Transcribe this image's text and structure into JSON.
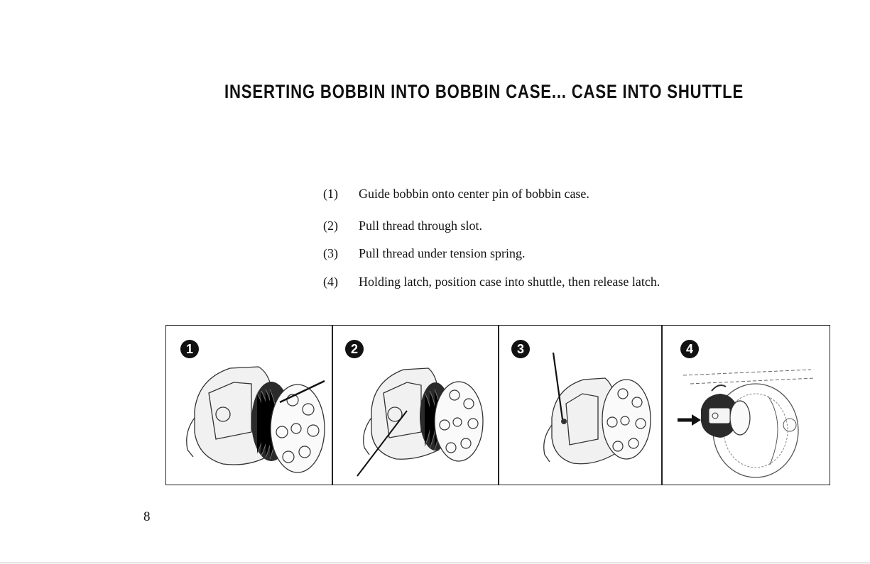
{
  "title": "INSERTING BOBBIN INTO BOBBIN CASE... CASE INTO SHUTTLE",
  "steps": [
    {
      "num": "(1)",
      "text": "Guide bobbin onto center pin of bobbin case."
    },
    {
      "num": "(2)",
      "text": "Pull thread through slot."
    },
    {
      "num": "(3)",
      "text": "Pull thread under tension spring."
    },
    {
      "num": "(4)",
      "text": "Holding latch, position case into shuttle, then release latch."
    }
  ],
  "panels": [
    {
      "badge": "1",
      "icon": "bobbin-into-case-illustration"
    },
    {
      "badge": "2",
      "icon": "thread-through-slot-illustration"
    },
    {
      "badge": "3",
      "icon": "thread-under-spring-illustration"
    },
    {
      "badge": "4",
      "icon": "case-into-shuttle-illustration"
    }
  ],
  "page_number": "8"
}
